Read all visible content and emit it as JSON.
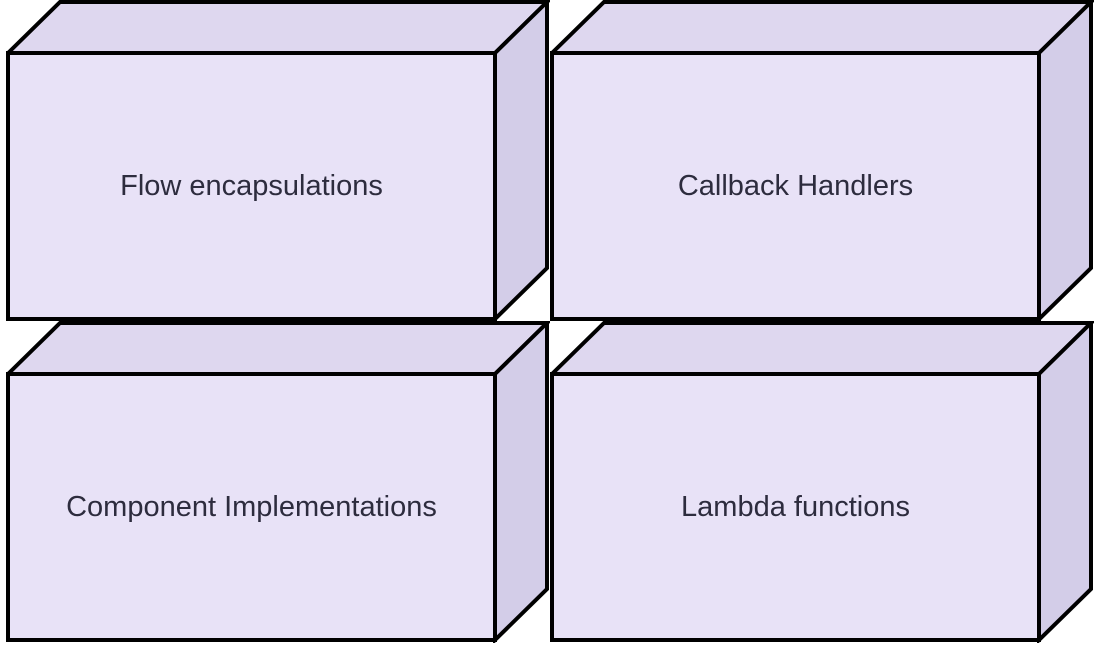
{
  "diagram": {
    "kind": "3d-box-grid",
    "background": "#ffffff",
    "colors": {
      "front": "#e8e2f7",
      "top": "#ded7ef",
      "side": "#d3cde8",
      "stroke": "#000000",
      "text": "#2d2c3e"
    },
    "nodes": [
      {
        "label": "Flow encapsulations"
      },
      {
        "label": "Callback Handlers"
      },
      {
        "label": "Component Implementations"
      },
      {
        "label": "Lambda functions"
      }
    ]
  }
}
